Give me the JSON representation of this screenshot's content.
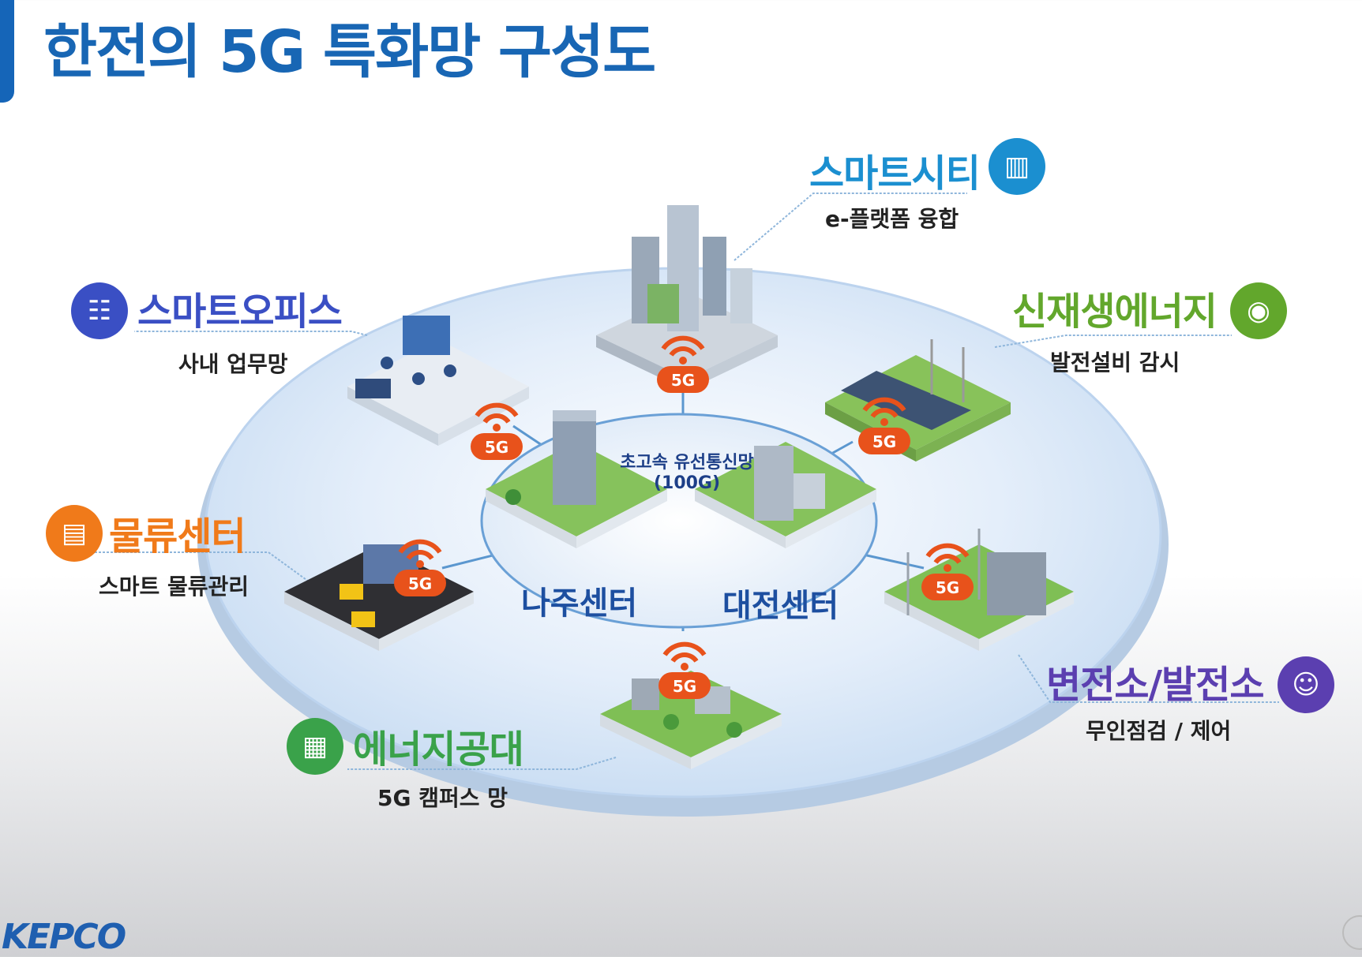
{
  "page": {
    "title": "한전의 5G 특화망 구성도",
    "logo": "KEPCO"
  },
  "diagram": {
    "center_caption_1": "초고속 유선통신망",
    "center_caption_2": "(100G)",
    "nodes": {
      "naju": "나주센터",
      "daejeon": "대전센터"
    },
    "badge_text": "5G",
    "labels": {
      "smart_city": {
        "title": "스마트시티",
        "sub": "e-플랫폼 융합",
        "color": "#1b8fd0"
      },
      "smart_office": {
        "title": "스마트오피스",
        "sub": "사내 업무망",
        "color": "#3a4fc4"
      },
      "renewable": {
        "title": "신재생에너지",
        "sub": "발전설비 감시",
        "color": "#62a72c"
      },
      "logistics": {
        "title": "물류센터",
        "sub": "스마트 물류관리",
        "color": "#f07a1a"
      },
      "substation": {
        "title": "변전소/발전소",
        "sub": "무인점검 / 제어",
        "color": "#5b3fb0"
      },
      "kentech": {
        "title": "에너지공대",
        "sub": "5G 캠퍼스 망",
        "color": "#3aa24a"
      }
    }
  }
}
